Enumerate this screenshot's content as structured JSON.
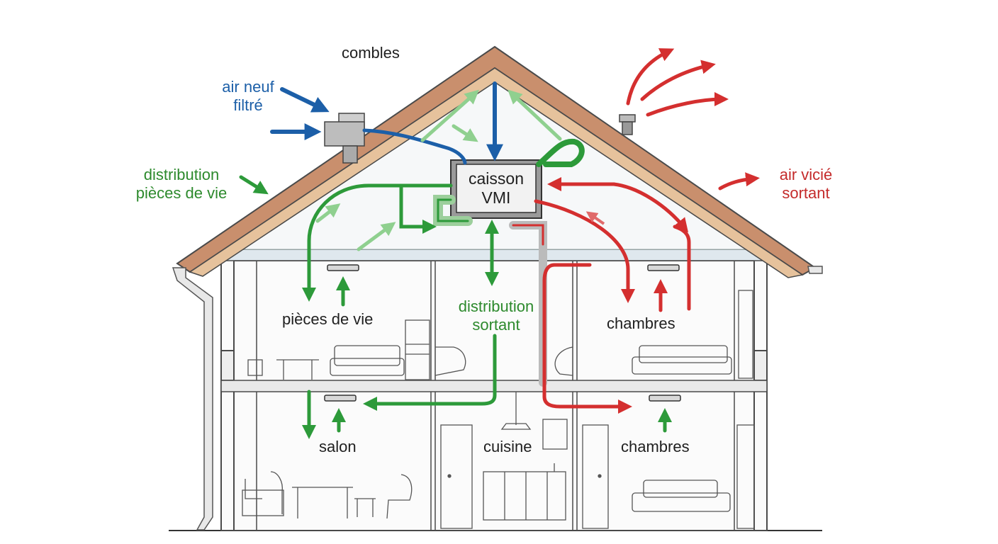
{
  "labels": {
    "attic": "combles",
    "fresh_air_line1": "air neuf",
    "fresh_air_line2": "filtré",
    "dist_living_line1": "distribution",
    "dist_living_line2": "pièces de vie",
    "unit_line1": "caisson",
    "unit_line2": "VMI",
    "exhaust_line1": "air vicié",
    "exhaust_line2": "sortant",
    "living_rooms": "pièces de vie",
    "dist_out_line1": "distribution",
    "dist_out_line2": "sortant",
    "bedrooms_upper": "chambres",
    "lounge": "salon",
    "kitchen": "cuisine",
    "bedrooms_lower": "chambres"
  },
  "colors": {
    "fresh_air": "#1c5fa8",
    "distribution": "#2d9a3a",
    "exhaust": "#d42f2f",
    "roof_tiles": "#c98f6d",
    "roof_wood": "#e6c29c",
    "outline": "#4a4a4a"
  }
}
